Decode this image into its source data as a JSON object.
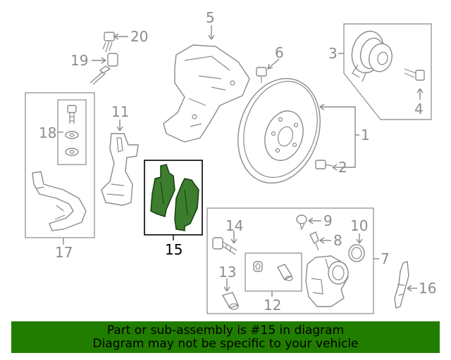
{
  "callouts": {
    "c1": "1",
    "c2": "2",
    "c3": "3",
    "c4": "4",
    "c5": "5",
    "c6": "6",
    "c7": "7",
    "c8": "8",
    "c9": "9",
    "c10": "10",
    "c11": "11",
    "c12": "12",
    "c13": "13",
    "c14": "14",
    "c15": "15",
    "c16": "16",
    "c17": "17",
    "c18": "18",
    "c19": "19",
    "c20": "20"
  },
  "highlight": {
    "part_number": "15",
    "color": "#217d00",
    "pad_color": "#3d7d2e"
  },
  "banner": {
    "line1": "Part or sub-assembly is #15 in diagram",
    "line2": "Diagram may not be specific to your vehicle"
  }
}
